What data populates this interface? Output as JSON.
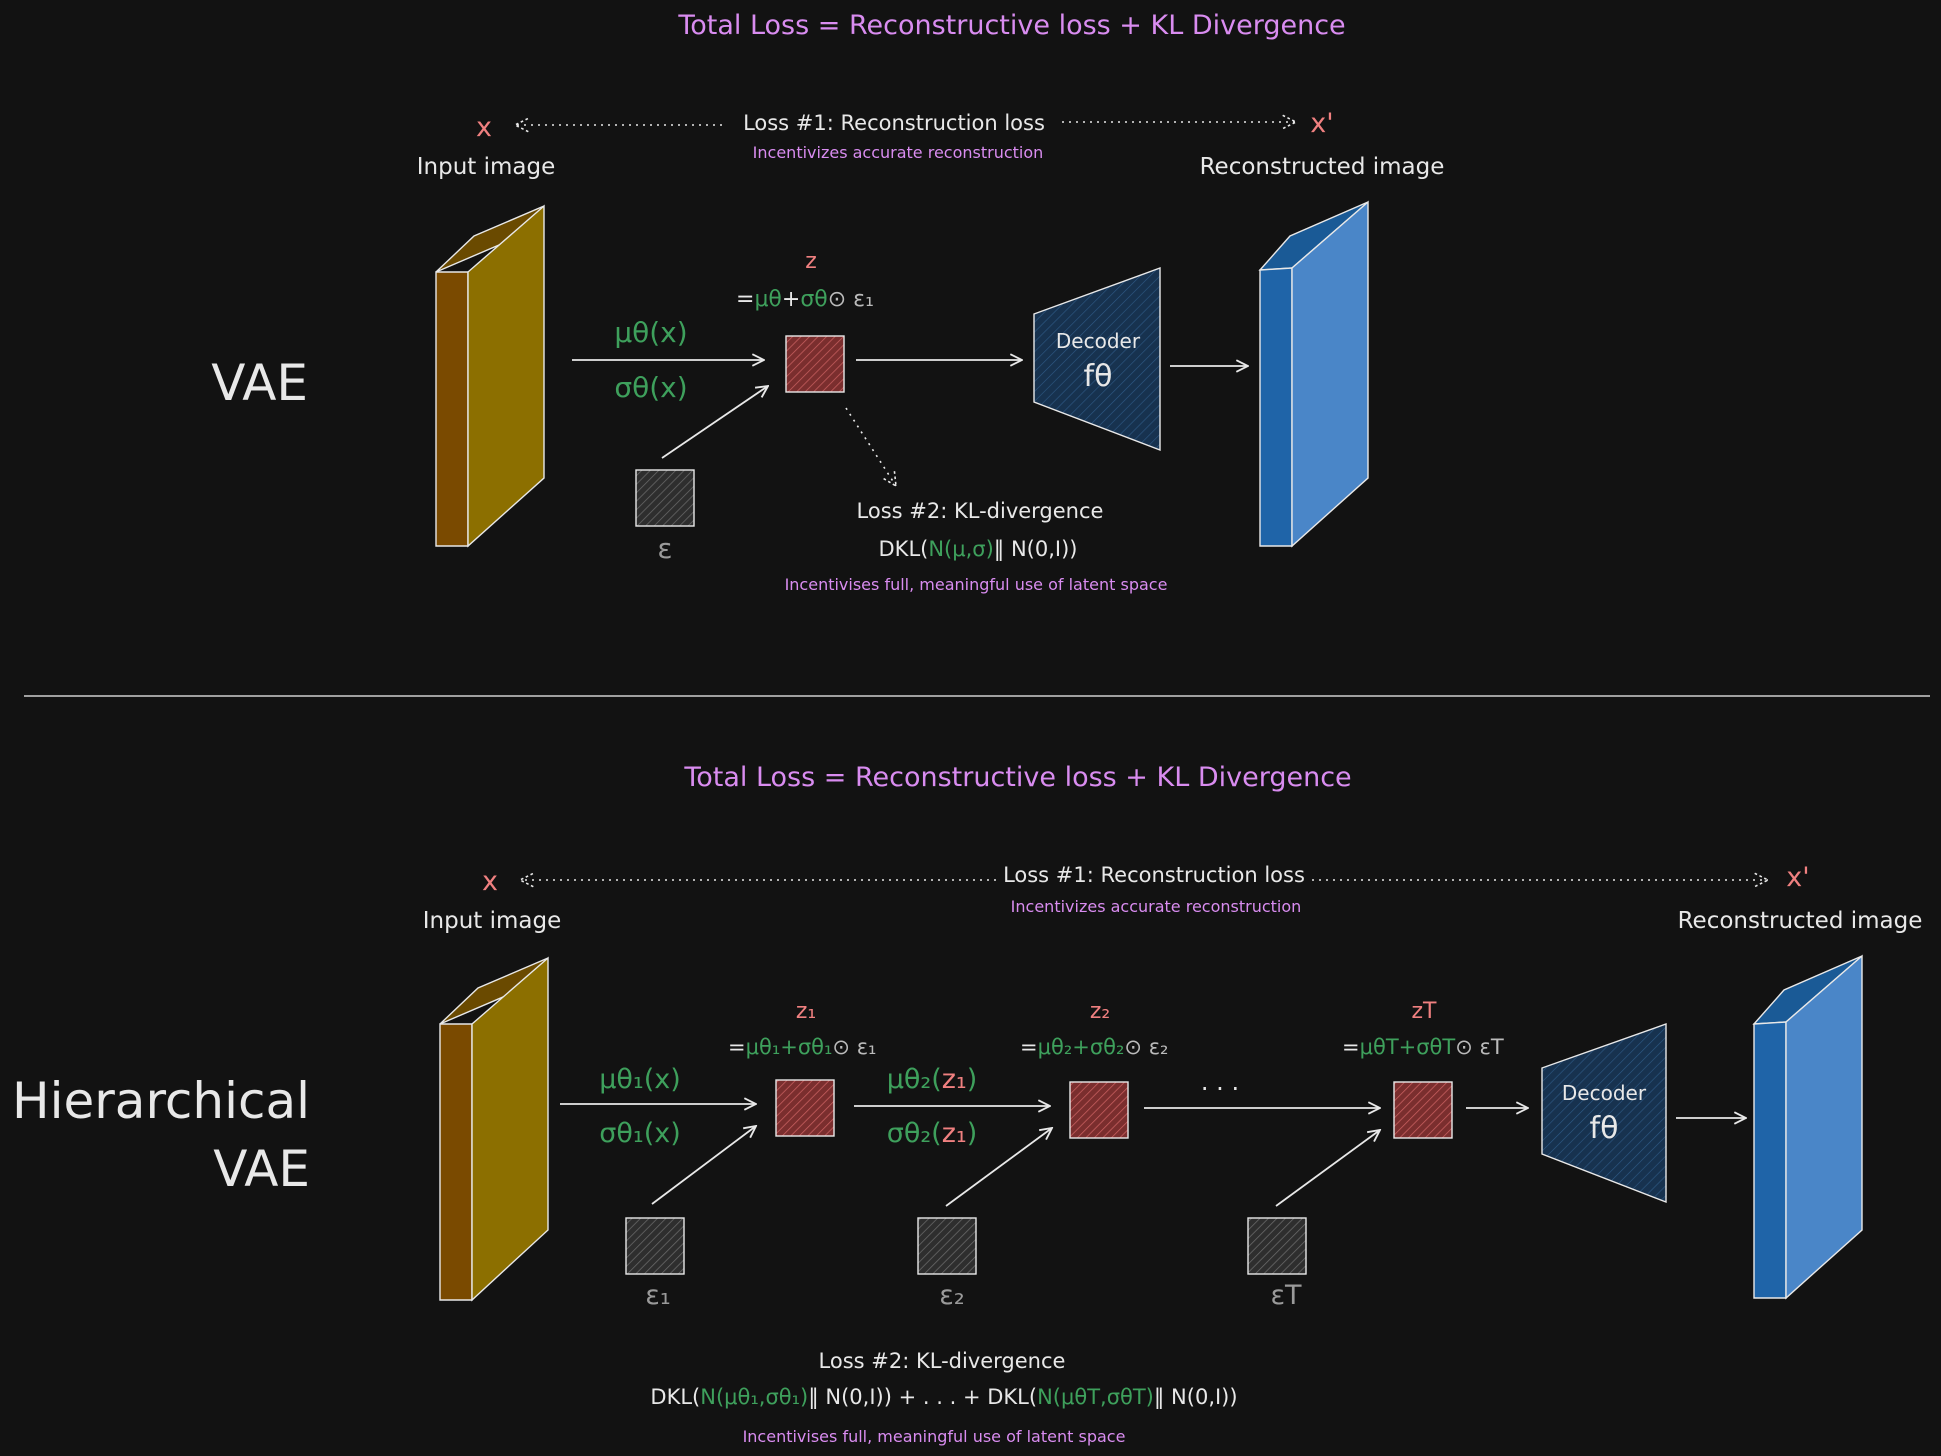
{
  "colors": {
    "background": "#121212",
    "white": "#e8e8e8",
    "pink": "#d98cf0",
    "green": "#3ea05c",
    "red": "#f08080",
    "gray": "#9a9a9a",
    "orange_front": "#8c6f00",
    "orange_side": "#7a4a00",
    "blue_front": "#4a86c8",
    "blue_side": "#1f64a8",
    "decoder_fill": "#1b3a5c",
    "latent_fill": "#8a3a3a",
    "noise_fill": "#3a3a3a"
  },
  "vae": {
    "total_loss": "Total Loss = Reconstructive loss + KL Divergence",
    "model_label": "VAE",
    "x_symbol": "x",
    "x_prime_symbol": "x'",
    "input_label": "Input image",
    "output_label": "Reconstructed image",
    "loss1_title": "Loss #1: Reconstruction loss",
    "loss1_caption": "Incentivizes accurate reconstruction",
    "mu_label": "μθ(x)",
    "sigma_label": "σθ(x)",
    "z_label": "z",
    "z_formula_eq": "=",
    "z_formula_mu": "μθ",
    "z_formula_plus": "+",
    "z_formula_sigma": "σθ",
    "z_formula_rest": "⊙ ε₁",
    "eps_label": "ε",
    "decoder_label": "Decoder",
    "decoder_f": "fθ",
    "loss2_title": "Loss #2: KL-divergence",
    "kl_prefix": "DKL(",
    "kl_green": "N(μ,σ)",
    "kl_suffix": "‖ N(0,I))",
    "loss2_caption": "Incentivises full, meaningful use of latent space"
  },
  "hvae": {
    "total_loss": "Total Loss = Reconstructive loss + KL Divergence",
    "model_label_line1": "Hierarchical",
    "model_label_line2": "VAE",
    "x_symbol": "x",
    "x_prime_symbol": "x'",
    "input_label": "Input image",
    "output_label": "Reconstructed image",
    "loss1_title": "Loss #1: Reconstruction loss",
    "loss1_caption": "Incentivizes accurate reconstruction",
    "mu1_label": "μθ₁(x)",
    "sigma1_label": "σθ₁(x)",
    "mu2_label_pre": "μθ₂(",
    "mu2_label_z": "z₁",
    "mu2_label_post": ")",
    "sigma2_label_pre": "σθ₂(",
    "sigma2_label_z": "z₁",
    "sigma2_label_post": ")",
    "z1_label": "z₁",
    "z2_label": "z₂",
    "zT_label": "zT",
    "z1_formula_green": "μθ₁+σθ₁",
    "z1_formula_rest": "⊙ ε₁",
    "z2_formula_green": "μθ₂+σθ₂",
    "z2_formula_rest": "⊙ ε₂",
    "zT_formula_green": "μθT+σθT",
    "zT_formula_rest": "⊙ εT",
    "formula_eq": "=",
    "dots": ". . .",
    "eps1_label": "ε₁",
    "eps2_label": "ε₂",
    "epsT_label": "εT",
    "decoder_label": "Decoder",
    "decoder_f": "fθ",
    "loss2_title": "Loss #2: KL-divergence",
    "kl_a_prefix": "DKL(",
    "kl_a_green": "N(μθ₁,σθ₁)",
    "kl_a_suffix": "‖ N(0,I))",
    "kl_mid": "+ . . . +",
    "kl_b_prefix": "DKL(",
    "kl_b_green": "N(μθT,σθT)",
    "kl_b_suffix": "‖ N(0,I))",
    "loss2_caption": "Incentivises full, meaningful use of latent space"
  }
}
